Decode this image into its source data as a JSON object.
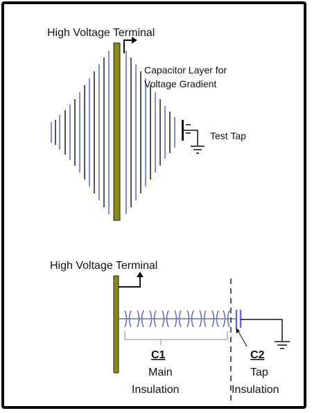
{
  "colors": {
    "plate": "#6a6ec2",
    "plate_dark": "#2a2a2a",
    "conductor": "#8b8a10",
    "line": "#111111"
  },
  "top_diagram": {
    "hv_terminal_label": "High Voltage Terminal",
    "capacitor_label_line1": "Capacitor Layer for",
    "capacitor_label_line2": "Voltage Gradient",
    "test_tap_label": "Test Tap"
  },
  "bottom_diagram": {
    "hv_terminal_label": "High Voltage Terminal",
    "c1_label": "C1",
    "c1_desc": "Main",
    "c1_desc2": "Insulation",
    "c2_label": "C2",
    "c2_desc": "Tap",
    "c2_desc2": "Insulation"
  }
}
